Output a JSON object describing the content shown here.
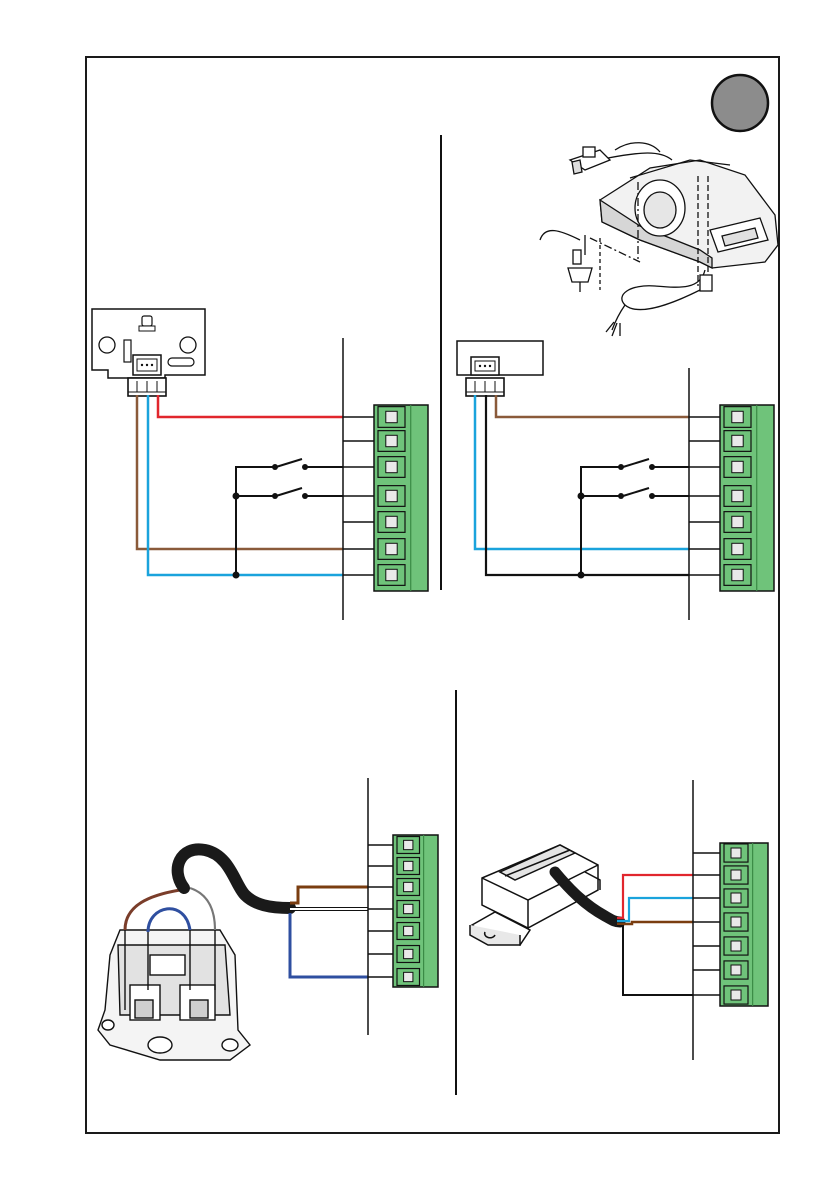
{
  "page": {
    "background": "#ffffff",
    "frame_color": "#1a1a1a",
    "step_badge": {
      "fill": "#8c8c8c",
      "stroke": "#111111"
    }
  },
  "colors": {
    "red_wire": "#e1262d",
    "brown_wire": "#8a5a3a",
    "blue_wire": "#1aa3dc",
    "dark_blue_wire": "#2f4fa0",
    "black_wire": "#111111",
    "white_wire": "#ffffff",
    "terminal_green": "#6fc37a",
    "terminal_green_dark": "#3a8a45",
    "terminal_slot": "#e9e9e9",
    "cable_black": "#1a1a1a"
  },
  "panels": [
    {
      "id": "top-left",
      "terminal_count": 7,
      "device": "connector-plate",
      "wires": [
        "red",
        "brown",
        "blue",
        "black",
        "black"
      ],
      "switches": 2
    },
    {
      "id": "top-right",
      "terminal_count": 7,
      "device": "connector-plate",
      "wires": [
        "brown",
        "blue",
        "black",
        "black"
      ],
      "switches": 2
    },
    {
      "id": "bottom-left",
      "terminal_count": 7,
      "device": "motor-housing",
      "wires": [
        "brown",
        "white",
        "dark-blue"
      ]
    },
    {
      "id": "bottom-right",
      "terminal_count": 7,
      "device": "sensor",
      "wires": [
        "red",
        "blue",
        "brown",
        "black"
      ]
    }
  ]
}
